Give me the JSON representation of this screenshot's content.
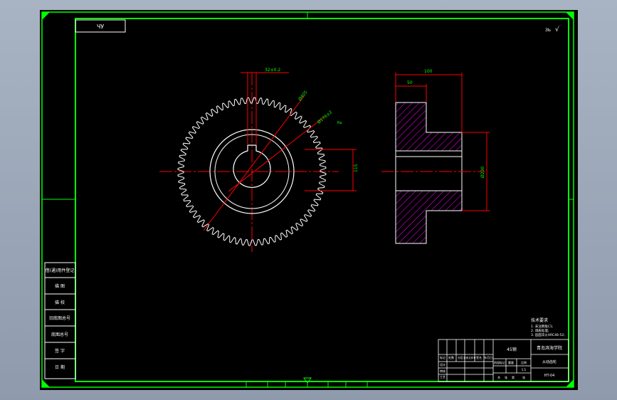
{
  "drawing": {
    "code_box": "ЧУ",
    "top_right_mark": "ЗЬ",
    "roughness_symbol": "√",
    "colors": {
      "background": "#000000",
      "frame": "#00ff00",
      "part_outline": "#ffffff",
      "center_line": "#ff0000",
      "dimension": "#ff0000",
      "hatch": "#ff00ff",
      "annotation": "#00ff00",
      "viewport_backdrop": "#9ba7b8"
    }
  },
  "dimensions": {
    "keyway": "32±0.2",
    "hub_dia": "Ø405",
    "outer_dia": "Ø176±2",
    "roughness": "Ra",
    "bore": "115",
    "width_total": "100",
    "width_hub": "50",
    "body_dia": "Ø230"
  },
  "left_panel": {
    "rows": [
      "借(通)用件登记",
      "描 图",
      "描 校",
      "旧底图总号",
      "底图总号",
      "签 字",
      "日 期"
    ]
  },
  "tech_notes": {
    "title": "技术要求",
    "lines": [
      "1. 未注倒角C1;",
      "2. 调质处理;",
      "3. 齿面淬火HRC48-52;"
    ]
  },
  "title_block": {
    "school": "青岛滨海学院",
    "drawing_name": "从动齿轮",
    "material": "45钢",
    "drawing_no": "HT-04",
    "scale": "1:1",
    "header_cells": [
      "标记",
      "处数",
      "分区",
      "更改文件号",
      "签名",
      "年月日"
    ],
    "row_labels": [
      "设计",
      "审核",
      "工艺",
      "批准"
    ],
    "info_cells": [
      "阶段标记",
      "重量",
      "比例"
    ],
    "sheet_info": [
      "共",
      "张",
      "第",
      "张"
    ]
  }
}
